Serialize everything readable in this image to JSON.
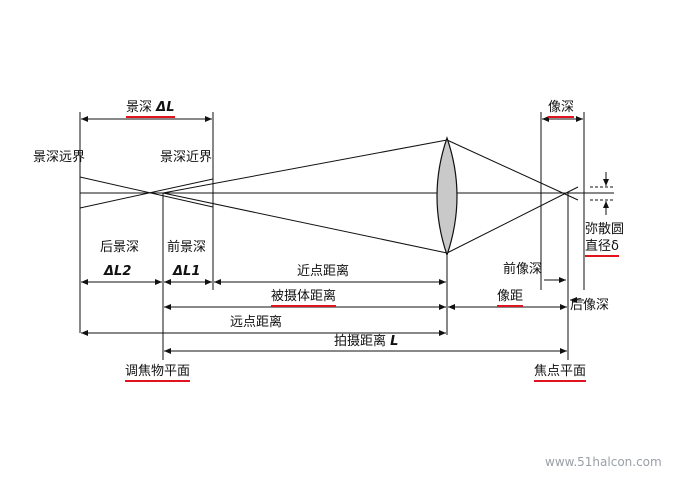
{
  "labels": {
    "dof_title": "景深",
    "dof_symbol": "ΔL",
    "near_dof_limit": "景深近界",
    "far_dof_limit": "景深远界",
    "rear_dof": "后景深",
    "rear_dof_symbol": "ΔL2",
    "front_dof": "前景深",
    "front_dof_symbol": "ΔL1",
    "near_point_distance": "近点距离",
    "object_distance": "被摄体距离",
    "far_point_distance": "远点距离",
    "shooting_distance": "拍摄距离",
    "shooting_distance_symbol": "L",
    "focus_object_plane": "调焦物平面",
    "image_depth": "像深",
    "image_distance": "像距",
    "front_image_depth": "前像深",
    "rear_image_depth": "后像深",
    "focal_point_plane": "焦点平面",
    "coc_line1": "弥散圆",
    "coc_line2": "直径δ"
  },
  "watermark": "www.51halcon.com",
  "colors": {
    "line": "#111111",
    "underline": "#e0141e",
    "lens_fill": "#c9c9c9"
  }
}
